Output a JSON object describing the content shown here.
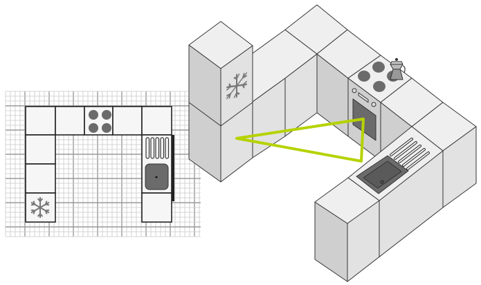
{
  "figure": {
    "type": "kitchen-layout-diagram",
    "panels": [
      "floor-plan",
      "isometric-view"
    ],
    "icons": [
      "snowflake-icon",
      "stove-burners-icon",
      "sink-icon",
      "drainer-icon",
      "coffee-pot-icon",
      "oven-icon"
    ]
  },
  "colors": {
    "work_triangle": "#b6d200",
    "cabinet_top": "#efefef",
    "cabinet_left_face": "#cfcfcf",
    "cabinet_right_face": "#e2e2e2",
    "outline": "#333333",
    "sink": "#6b6b6b",
    "grid_minor": "#c8c8c8",
    "grid_major": "#9a9a9a"
  }
}
